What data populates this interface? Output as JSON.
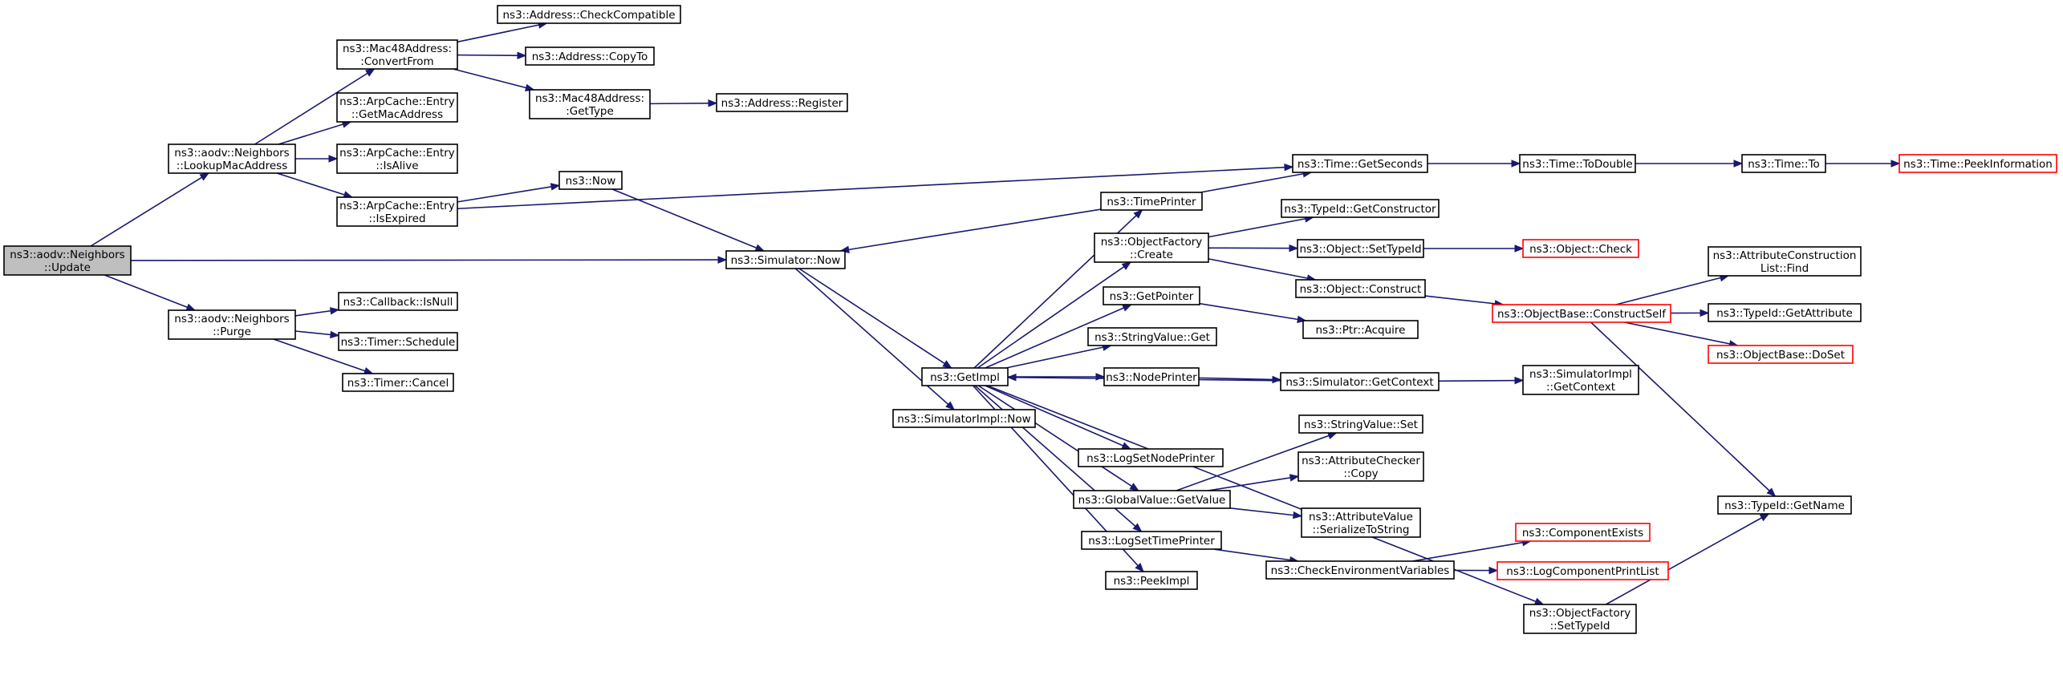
{
  "nodes": [
    {
      "id": "update",
      "lines": [
        "ns3::aodv::Neighbors",
        "::Update"
      ],
      "root": true
    },
    {
      "id": "lookup",
      "lines": [
        "ns3::aodv::Neighbors",
        "::LookupMacAddress"
      ]
    },
    {
      "id": "purge",
      "lines": [
        "ns3::aodv::Neighbors",
        "::Purge"
      ]
    },
    {
      "id": "mac48conv",
      "lines": [
        "ns3::Mac48Address:",
        ":ConvertFrom"
      ]
    },
    {
      "id": "getmac",
      "lines": [
        "ns3::ArpCache::Entry",
        "::GetMacAddress"
      ]
    },
    {
      "id": "isalive",
      "lines": [
        "ns3::ArpCache::Entry",
        "::IsAlive"
      ]
    },
    {
      "id": "isexpired",
      "lines": [
        "ns3::ArpCache::Entry",
        "::IsExpired"
      ]
    },
    {
      "id": "checkcompat",
      "lines": [
        "ns3::Address::CheckCompatible"
      ]
    },
    {
      "id": "copyto",
      "lines": [
        "ns3::Address::CopyTo"
      ]
    },
    {
      "id": "mac48type",
      "lines": [
        "ns3::Mac48Address:",
        ":GetType"
      ]
    },
    {
      "id": "addrreg",
      "lines": [
        "ns3::Address::Register"
      ]
    },
    {
      "id": "now",
      "lines": [
        "ns3::Now"
      ]
    },
    {
      "id": "simnow",
      "lines": [
        "ns3::Simulator::Now"
      ]
    },
    {
      "id": "getimpl",
      "lines": [
        "ns3::GetImpl"
      ]
    },
    {
      "id": "simimplnow",
      "lines": [
        "ns3::SimulatorImpl::Now"
      ]
    },
    {
      "id": "isnull",
      "lines": [
        "ns3::Callback::IsNull"
      ]
    },
    {
      "id": "schedule",
      "lines": [
        "ns3::Timer::Schedule"
      ]
    },
    {
      "id": "cancel",
      "lines": [
        "ns3::Timer::Cancel"
      ]
    },
    {
      "id": "timeprinter",
      "lines": [
        "ns3::TimePrinter"
      ]
    },
    {
      "id": "objfactcreate",
      "lines": [
        "ns3::ObjectFactory",
        "::Create"
      ]
    },
    {
      "id": "getpointer",
      "lines": [
        "ns3::GetPointer"
      ]
    },
    {
      "id": "strvalget",
      "lines": [
        "ns3::StringValue::Get"
      ]
    },
    {
      "id": "nodeprinter",
      "lines": [
        "ns3::NodePrinter"
      ]
    },
    {
      "id": "logsetnode",
      "lines": [
        "ns3::LogSetNodePrinter"
      ]
    },
    {
      "id": "gvgetvalue",
      "lines": [
        "ns3::GlobalValue::GetValue"
      ]
    },
    {
      "id": "logsettime",
      "lines": [
        "ns3::LogSetTimePrinter"
      ]
    },
    {
      "id": "peekimpl",
      "lines": [
        "ns3::PeekImpl"
      ]
    },
    {
      "id": "getseconds",
      "lines": [
        "ns3::Time::GetSeconds"
      ]
    },
    {
      "id": "todouble",
      "lines": [
        "ns3::Time::ToDouble"
      ]
    },
    {
      "id": "timeto",
      "lines": [
        "ns3::Time::To"
      ]
    },
    {
      "id": "peekinfo",
      "lines": [
        "ns3::Time::PeekInformation"
      ],
      "red": true
    },
    {
      "id": "getctor",
      "lines": [
        "ns3::TypeId::GetConstructor"
      ]
    },
    {
      "id": "settypeid",
      "lines": [
        "ns3::Object::SetTypeId"
      ]
    },
    {
      "id": "objcheck",
      "lines": [
        "ns3::Object::Check"
      ],
      "red": true
    },
    {
      "id": "objconstruct",
      "lines": [
        "ns3::Object::Construct"
      ]
    },
    {
      "id": "constructself",
      "lines": [
        "ns3::ObjectBase::ConstructSelf"
      ],
      "red": true
    },
    {
      "id": "attrconstfind",
      "lines": [
        "ns3::AttributeConstruction",
        "List::Find"
      ]
    },
    {
      "id": "getattribute",
      "lines": [
        "ns3::TypeId::GetAttribute"
      ]
    },
    {
      "id": "doset",
      "lines": [
        "ns3::ObjectBase::DoSet"
      ],
      "red": true
    },
    {
      "id": "ptracquire",
      "lines": [
        "ns3::Ptr::Acquire"
      ]
    },
    {
      "id": "simgetctx",
      "lines": [
        "ns3::Simulator::GetContext"
      ]
    },
    {
      "id": "simimplctx",
      "lines": [
        "ns3::SimulatorImpl",
        "::GetContext"
      ]
    },
    {
      "id": "strvalset",
      "lines": [
        "ns3::StringValue::Set"
      ]
    },
    {
      "id": "attrcheckcopy",
      "lines": [
        "ns3::AttributeChecker",
        "::Copy"
      ]
    },
    {
      "id": "attrvalser",
      "lines": [
        "ns3::AttributeValue",
        "::SerializeToString"
      ]
    },
    {
      "id": "checkenv",
      "lines": [
        "ns3::CheckEnvironmentVariables"
      ]
    },
    {
      "id": "compexists",
      "lines": [
        "ns3::ComponentExists"
      ],
      "red": true
    },
    {
      "id": "logcompprint",
      "lines": [
        "ns3::LogComponentPrintList"
      ],
      "red": true
    },
    {
      "id": "ofsettypeid",
      "lines": [
        "ns3::ObjectFactory",
        "::SetTypeId"
      ]
    },
    {
      "id": "typeidgetname",
      "lines": [
        "ns3::TypeId::GetName"
      ]
    }
  ],
  "edges": [
    [
      "update",
      "lookup"
    ],
    [
      "update",
      "simnow"
    ],
    [
      "update",
      "purge"
    ],
    [
      "lookup",
      "mac48conv"
    ],
    [
      "lookup",
      "getmac"
    ],
    [
      "lookup",
      "isalive"
    ],
    [
      "lookup",
      "isexpired"
    ],
    [
      "mac48conv",
      "checkcompat"
    ],
    [
      "mac48conv",
      "copyto"
    ],
    [
      "mac48conv",
      "mac48type"
    ],
    [
      "mac48type",
      "addrreg"
    ],
    [
      "isexpired",
      "getseconds"
    ],
    [
      "isexpired",
      "now"
    ],
    [
      "now",
      "simnow"
    ],
    [
      "purge",
      "isnull"
    ],
    [
      "purge",
      "schedule"
    ],
    [
      "purge",
      "cancel"
    ],
    [
      "simnow",
      "getimpl"
    ],
    [
      "simnow",
      "simimplnow"
    ],
    [
      "getimpl",
      "timeprinter"
    ],
    [
      "getimpl",
      "objfactcreate"
    ],
    [
      "getimpl",
      "getpointer"
    ],
    [
      "getimpl",
      "strvalget"
    ],
    [
      "getimpl",
      "nodeprinter"
    ],
    [
      "getimpl",
      "logsetnode"
    ],
    [
      "getimpl",
      "gvgetvalue"
    ],
    [
      "getimpl",
      "logsettime"
    ],
    [
      "getimpl",
      "peekimpl"
    ],
    [
      "getimpl",
      "ofsettypeid"
    ],
    [
      "timeprinter",
      "simnow"
    ],
    [
      "timeprinter",
      "getseconds"
    ],
    [
      "getseconds",
      "todouble"
    ],
    [
      "todouble",
      "timeto"
    ],
    [
      "timeto",
      "peekinfo"
    ],
    [
      "objfactcreate",
      "getctor"
    ],
    [
      "objfactcreate",
      "settypeid"
    ],
    [
      "objfactcreate",
      "objconstruct"
    ],
    [
      "settypeid",
      "objcheck"
    ],
    [
      "objconstruct",
      "constructself"
    ],
    [
      "constructself",
      "attrconstfind"
    ],
    [
      "constructself",
      "getattribute"
    ],
    [
      "constructself",
      "doset"
    ],
    [
      "constructself",
      "typeidgetname"
    ],
    [
      "getpointer",
      "ptracquire"
    ],
    [
      "nodeprinter",
      "simgetctx"
    ],
    [
      "simgetctx",
      "getimpl"
    ],
    [
      "simgetctx",
      "simimplctx"
    ],
    [
      "gvgetvalue",
      "strvalset"
    ],
    [
      "gvgetvalue",
      "attrcheckcopy"
    ],
    [
      "gvgetvalue",
      "attrvalser"
    ],
    [
      "logsettime",
      "checkenv"
    ],
    [
      "checkenv",
      "compexists"
    ],
    [
      "checkenv",
      "logcompprint"
    ],
    [
      "ofsettypeid",
      "typeidgetname"
    ]
  ]
}
